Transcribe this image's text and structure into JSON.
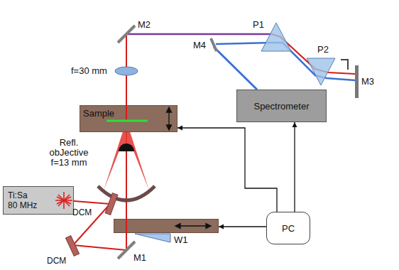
{
  "diagram": {
    "nodes": [
      {
        "text": [
          "Spectrometer"
        ]
      },
      {
        "text": [
          "Sample"
        ]
      },
      {
        "text": [
          "Ti:Sa 80 MHz"
        ]
      },
      {
        "text": [
          "PC"
        ]
      },
      {
        "text": [
          "W1"
        ]
      }
    ],
    "edges": [
      {
        "from": 3,
        "to": 1,
        "arrow": "to"
      },
      {
        "from": 3,
        "to": 0,
        "arrow": "to"
      },
      {
        "from": 3,
        "to": 4,
        "arrow": "to"
      }
    ],
    "labels": [
      "M2",
      "M4",
      "P1",
      "P2",
      "M3",
      "f=30 mm",
      "Refl. obJective f=13 mm",
      "DCM",
      "DCM",
      "M1"
    ]
  }
}
